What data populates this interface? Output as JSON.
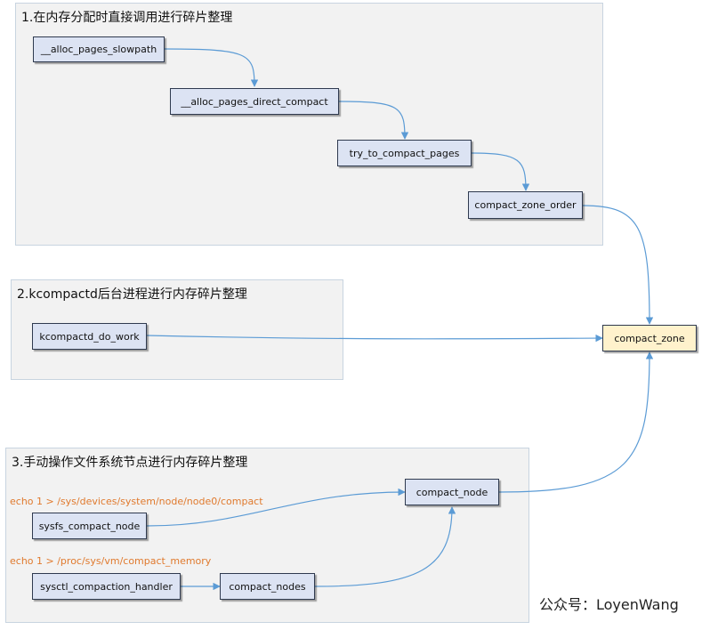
{
  "groups": {
    "direct": {
      "title": "1.在内存分配时直接调用进行碎片整理"
    },
    "kcompactd": {
      "title": "2.kcompactd后台进程进行内存碎片整理"
    },
    "manual": {
      "title": "3.手动操作文件系统节点进行内存碎片整理"
    }
  },
  "nodes": {
    "alloc_pages_slowpath": "__alloc_pages_slowpath",
    "alloc_pages_direct_compact": "__alloc_pages_direct_compact",
    "try_to_compact_pages": "try_to_compact_pages",
    "compact_zone_order": "compact_zone_order",
    "kcompactd_do_work": "kcompactd_do_work",
    "compact_zone": "compact_zone",
    "compact_node": "compact_node",
    "sysfs_compact_node": "sysfs_compact_node",
    "sysctl_compaction_handler": "sysctl_compaction_handler",
    "compact_nodes": "compact_nodes"
  },
  "commands": {
    "sysfs": "echo 1 > /sys/devices/system/node/node0/compact",
    "proc": "echo 1 > /proc/sys/vm/compact_memory"
  },
  "watermark": "公众号：LoyenWang",
  "colors": {
    "group_bg": "#f2f2f2",
    "node_fill": "#dce3f3",
    "target_fill": "#fff2cc",
    "arrow": "#5b9bd5",
    "command_text": "#e07a2e"
  }
}
